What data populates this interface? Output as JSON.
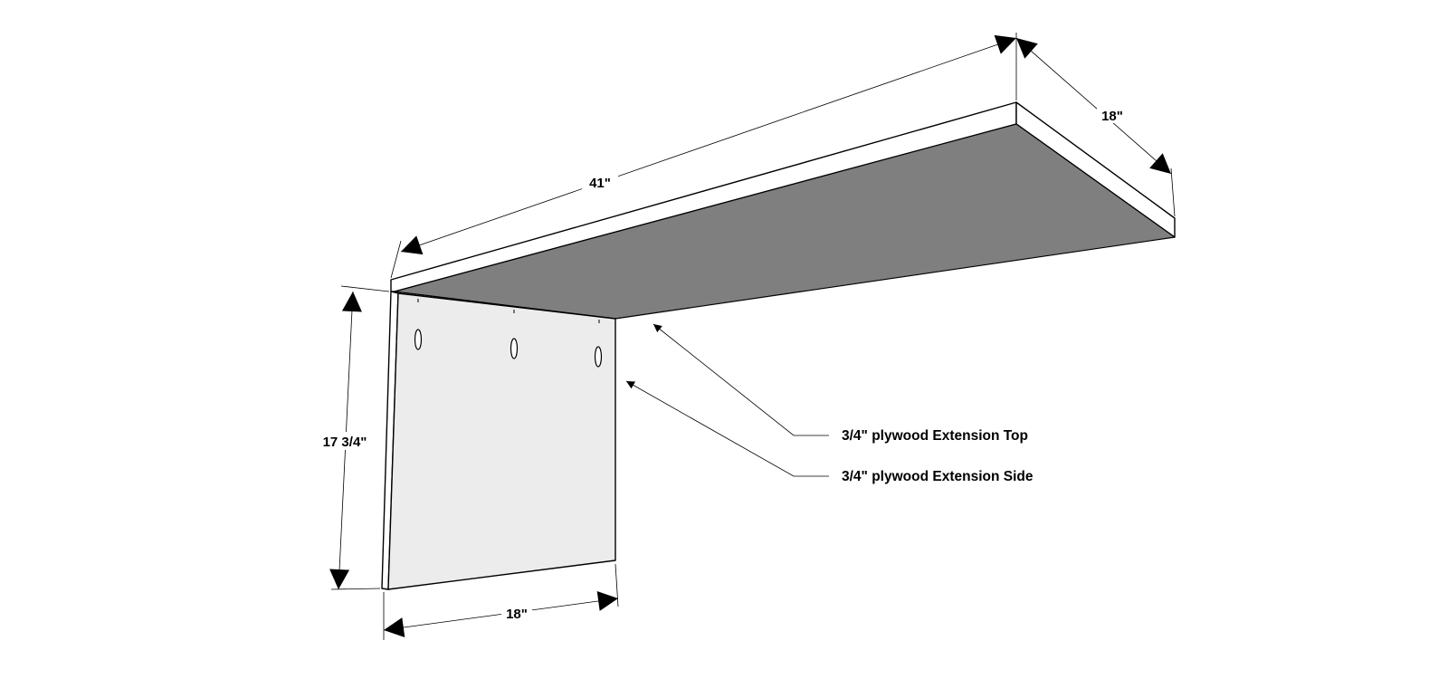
{
  "dimensions": {
    "top_length": "41\"",
    "top_depth": "18\"",
    "side_height": "17 3/4\"",
    "side_width": "18\""
  },
  "callouts": {
    "extension_top": "3/4\" plywood Extension Top",
    "extension_side": "3/4\" plywood Extension Side"
  },
  "colors": {
    "top_underside": "#7f7f7f",
    "side_face": "#ececec",
    "board_edge": "#ffffff",
    "line": "#000000"
  }
}
